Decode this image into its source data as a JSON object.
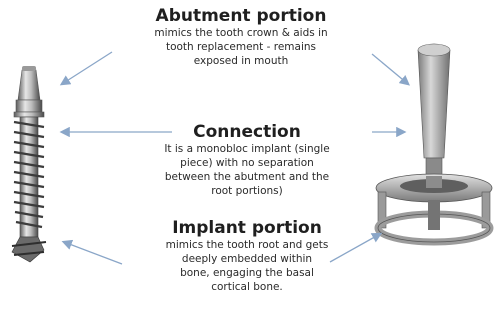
{
  "abutment": {
    "heading": "Abutment portion",
    "lines": [
      "mimics the tooth crown & aids in",
      "tooth replacement - remains",
      "exposed in mouth"
    ]
  },
  "connection": {
    "heading": "Connection",
    "lines": [
      "It is a monobloc implant (single",
      "piece) with no separation",
      "between the abutment and the",
      "root portions)"
    ]
  },
  "implant": {
    "heading": "Implant portion",
    "lines": [
      "mimics the tooth root and gets",
      "deeply embedded within",
      "bone, engaging the basal",
      "cortical bone."
    ]
  },
  "colors": {
    "arrow": "#8aa6c8",
    "metal": "#b8b8b8",
    "metal_dark": "#6e6e6e"
  },
  "icons": {
    "left": "monobloc-implant-icon",
    "right": "implant-with-fixation-ring-icon"
  }
}
